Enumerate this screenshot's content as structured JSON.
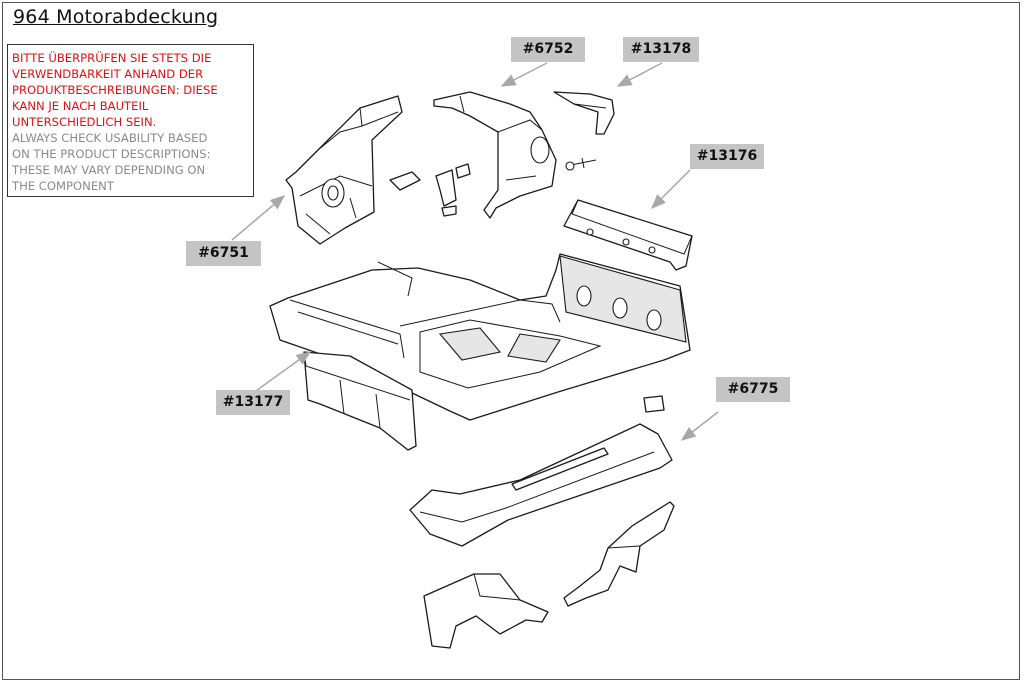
{
  "title": "964 Motorabdeckung",
  "notice": {
    "de_lines": [
      "BITTE ÜBERPRÜFEN SIE STETS DIE",
      "VERWENDBARKEIT  ANHAND DER",
      "PRODUKTBESCHREIBUNGEN:  DIESE",
      "KANN JE NACH BAUTEIL",
      "UNTERSCHIEDLICH SEIN."
    ],
    "en_lines": [
      "ALWAYS CHECK USABILITY BASED",
      "ON THE PRODUCT DESCRIPTIONS:",
      "THESE MAY VARY DEPENDING ON",
      "THE COMPONENT"
    ]
  },
  "part_tags": [
    {
      "id": "6752",
      "label": "#6752"
    },
    {
      "id": "13178",
      "label": "#13178"
    },
    {
      "id": "13176",
      "label": "#13176"
    },
    {
      "id": "6751",
      "label": "#6751"
    },
    {
      "id": "13177",
      "label": "#13177"
    },
    {
      "id": "6775",
      "label": "#6775"
    }
  ],
  "colors": {
    "notice_german_text": "#e01010",
    "notice_english_text": "#8a8a8a",
    "tag_background": "#c4c4c4",
    "leader_arrow": "#a8a8a8"
  }
}
